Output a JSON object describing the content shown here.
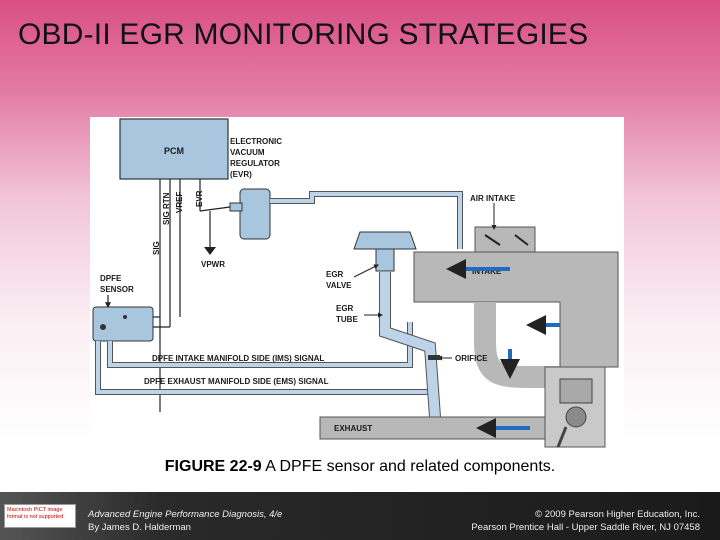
{
  "slide": {
    "title": "OBD-II EGR MONITORING STRATEGIES"
  },
  "diagram": {
    "pcm": "PCM",
    "pins": [
      "SIG",
      "SIG RTN",
      "VREF",
      "EVR"
    ],
    "evr_label": [
      "ELECTRONIC",
      "VACUUM",
      "REGULATOR",
      "(EVR)"
    ],
    "vpwr": "VPWR",
    "dpfe_label": [
      "DPFE",
      "SENSOR"
    ],
    "air_intake": "AIR INTAKE",
    "intake": "INTAKE",
    "egr_valve": [
      "EGR",
      "VALVE"
    ],
    "egr_tube": [
      "EGR",
      "TUBE"
    ],
    "orifice": "ORIFICE",
    "ims_signal": "DPFE INTAKE MANIFOLD SIDE (IMS) SIGNAL",
    "ems_signal": "DPFE EXHAUST MANIFOLD SIDE (EMS) SIGNAL",
    "exhaust": "EXHAUST"
  },
  "caption": {
    "figure_no": "FIGURE 22-9",
    "text": " A DPFE sensor and related components."
  },
  "footer": {
    "badge": "Macintosh PICT image format is not supported",
    "book_title": "Advanced Engine Performance Diagnosis, 4/e",
    "author": "By James D. Halderman",
    "copyright": "© 2009 Pearson Higher Education, Inc.",
    "publisher": "Pearson Prentice Hall - Upper Saddle River, NJ 07458"
  },
  "colors": {
    "accent": "#d94f86",
    "component": "#a9c6df",
    "pipe": "#bcd3e8",
    "manifold": "#b8b8b8",
    "arrow": "#1e6bbf"
  }
}
